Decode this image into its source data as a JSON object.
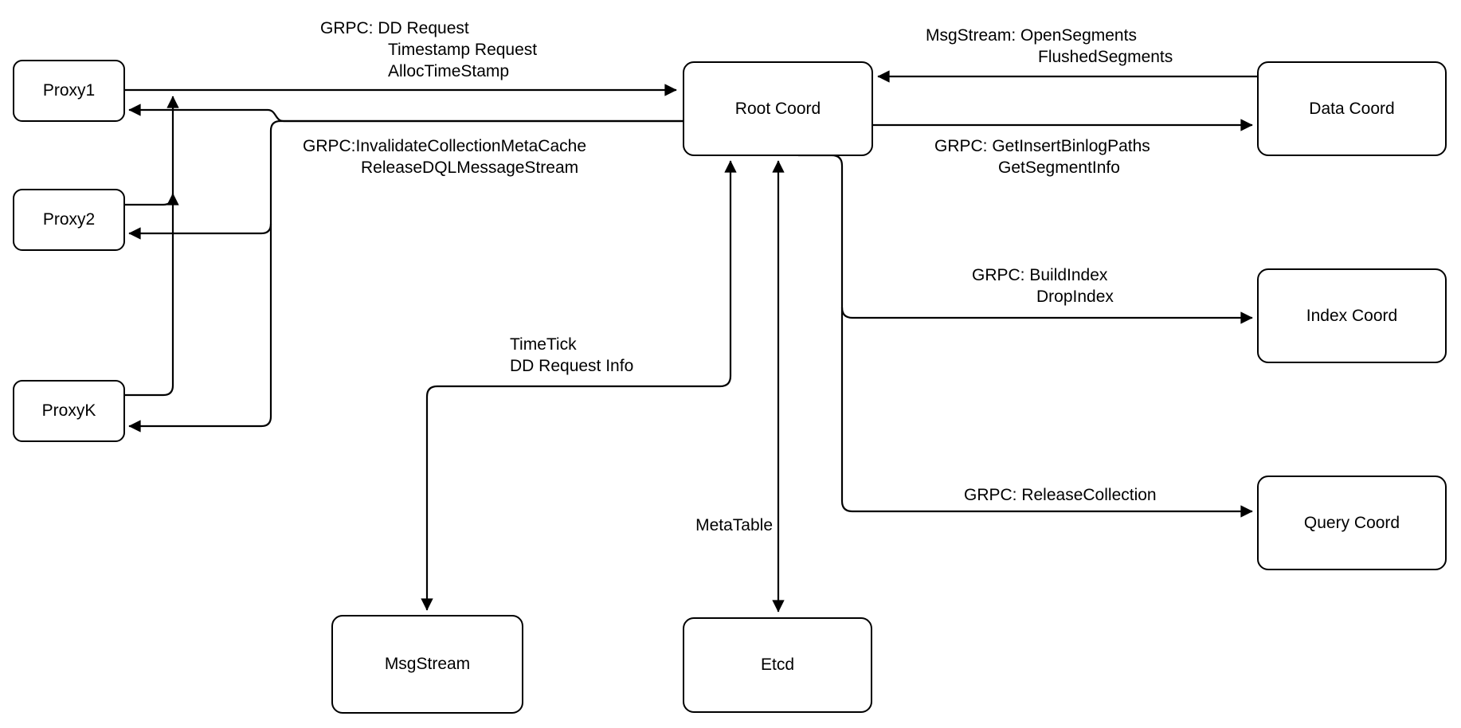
{
  "diagram": {
    "colors": {
      "background": "#ffffff",
      "stroke": "#000000",
      "text": "#000000"
    },
    "nodes": {
      "proxy1": {
        "label": "Proxy1"
      },
      "proxy2": {
        "label": "Proxy2"
      },
      "proxyk": {
        "label": "ProxyK"
      },
      "root_coord": {
        "label": "Root Coord"
      },
      "data_coord": {
        "label": "Data Coord"
      },
      "index_coord": {
        "label": "Index Coord"
      },
      "query_coord": {
        "label": "Query Coord"
      },
      "msgstream": {
        "label": "MsgStream"
      },
      "etcd": {
        "label": "Etcd"
      }
    },
    "edge_labels": {
      "proxy_to_root": {
        "lines": [
          "GRPC: DD Request",
          "Timestamp Request",
          "AllocTimeStamp"
        ]
      },
      "root_to_proxy": {
        "lines": [
          "GRPC:InvalidateCollectionMetaCache",
          "ReleaseDQLMessageStream"
        ]
      },
      "data_to_root": {
        "lines": [
          "MsgStream: OpenSegments",
          "FlushedSegments"
        ]
      },
      "root_to_data": {
        "lines": [
          "GRPC: GetInsertBinlogPaths",
          "GetSegmentInfo"
        ]
      },
      "root_to_index": {
        "lines": [
          "GRPC: BuildIndex",
          "DropIndex"
        ]
      },
      "root_to_query": {
        "lines": [
          "GRPC: ReleaseCollection"
        ]
      },
      "root_to_msgstream": {
        "lines": [
          "TimeTick",
          "DD Request Info"
        ]
      },
      "root_to_etcd": {
        "lines": [
          "MetaTable"
        ]
      }
    }
  }
}
